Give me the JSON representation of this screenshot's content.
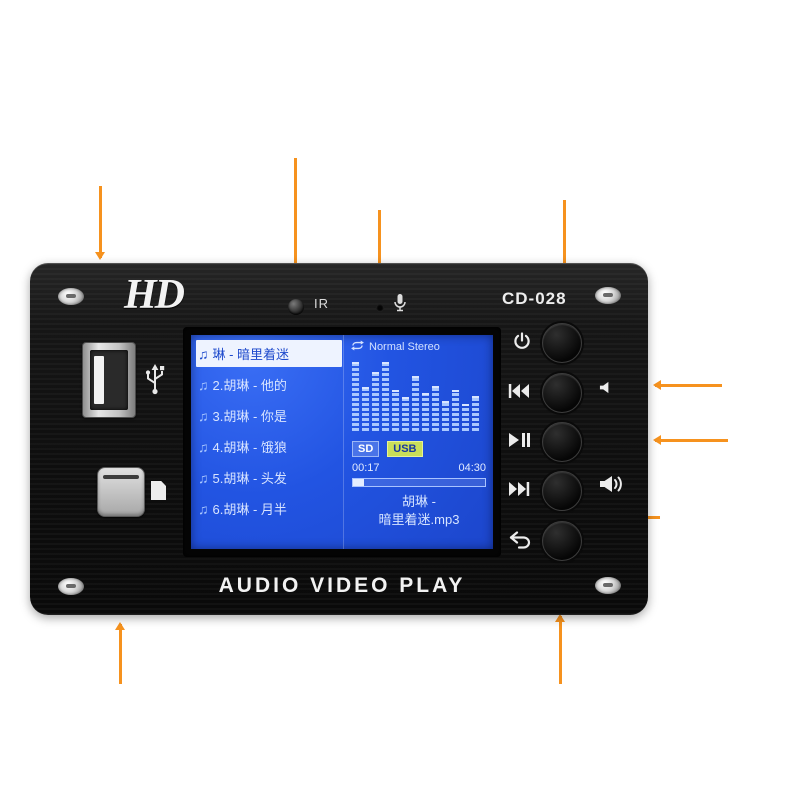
{
  "colors": {
    "accent_orange": "#f6921e",
    "board_black": "#121212",
    "screen_blue": "#2254e2"
  },
  "board": {
    "brand": "HD",
    "model": "CD-028",
    "ir_label": "IR",
    "footer": "AUDIO VIDEO PLAY"
  },
  "screen": {
    "status_mode": "Normal Stereo",
    "playlist": [
      {
        "label": "琳 - 暗里着迷",
        "active": true
      },
      {
        "label": "2.胡琳 - 他的",
        "active": false
      },
      {
        "label": "3.胡琳 - 你是",
        "active": false
      },
      {
        "label": "4.胡琳 - 饿狼",
        "active": false
      },
      {
        "label": "5.胡琳 - 头发",
        "active": false
      },
      {
        "label": "6.胡琳 - 月半",
        "active": false
      }
    ],
    "source_badges": [
      {
        "label": "SD",
        "active": false
      },
      {
        "label": "USB",
        "active": true
      }
    ],
    "time_elapsed": "00:17",
    "time_total": "04:30",
    "progress_pct": 8,
    "now_playing": [
      "胡琳 -",
      "暗里着迷.mp3"
    ],
    "spectrum": [
      0.95,
      0.6,
      0.82,
      0.95,
      0.55,
      0.45,
      0.75,
      0.52,
      0.62,
      0.4,
      0.55,
      0.35,
      0.47
    ]
  },
  "icons": {
    "music_note": "♫"
  },
  "annotations": {
    "arrow_targets": [
      "usb-port",
      "ir-receiver",
      "microphone",
      "power-button",
      "volume-down",
      "play-pause-button",
      "volume-up",
      "sd-card-slot",
      "return-button"
    ]
  }
}
